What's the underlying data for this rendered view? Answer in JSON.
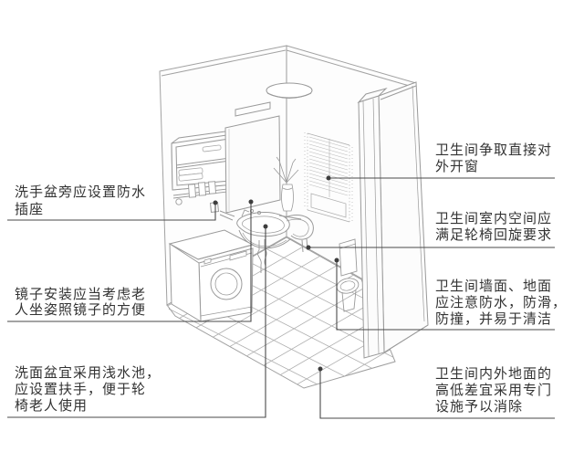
{
  "figure": {
    "scene": "accessible-bathroom-axonometric-line-sketch",
    "annotations": {
      "left": [
        {
          "id": "socket",
          "lines": [
            "洗手盆旁应设置防水",
            "插座"
          ]
        },
        {
          "id": "mirror",
          "lines": [
            "镜子安装应当考虑老",
            "人坐姿照镜子的方便"
          ]
        },
        {
          "id": "basin",
          "lines": [
            "洗面盆宜采用浅水池，",
            "应设置扶手，便于轮",
            "椅老人使用"
          ]
        }
      ],
      "right": [
        {
          "id": "window",
          "lines": [
            "卫生间争取直接对",
            "外开窗"
          ]
        },
        {
          "id": "space",
          "lines": [
            "卫生间室内空间应",
            "满足轮椅回旋要求"
          ]
        },
        {
          "id": "surfaces",
          "lines": [
            "卫生间墙面、地面",
            "应注意防水，防滑，",
            "防撞，并易于清洁"
          ]
        },
        {
          "id": "threshold",
          "lines": [
            "卫生间内外地面的",
            "高低差宜采用专门",
            "设施予以消除"
          ]
        }
      ]
    },
    "drawing_elements": [
      "wall-left",
      "wall-right",
      "tiled-floor",
      "ceiling-lamp",
      "wall-cabinet",
      "towels",
      "toiletries",
      "power-socket",
      "overhead-shelf",
      "mirror",
      "flower-vase",
      "washbasin",
      "faucet",
      "grab-bar",
      "drain-trap",
      "washing-machine",
      "toilet",
      "window-blinds",
      "doorway-panel"
    ],
    "colors": {
      "background": "#ffffff",
      "sketch_line": "#a2a2a2",
      "sketch_line_light": "#b8b8b8",
      "leader_line": "#4a4a4a",
      "text": "#333333"
    }
  }
}
